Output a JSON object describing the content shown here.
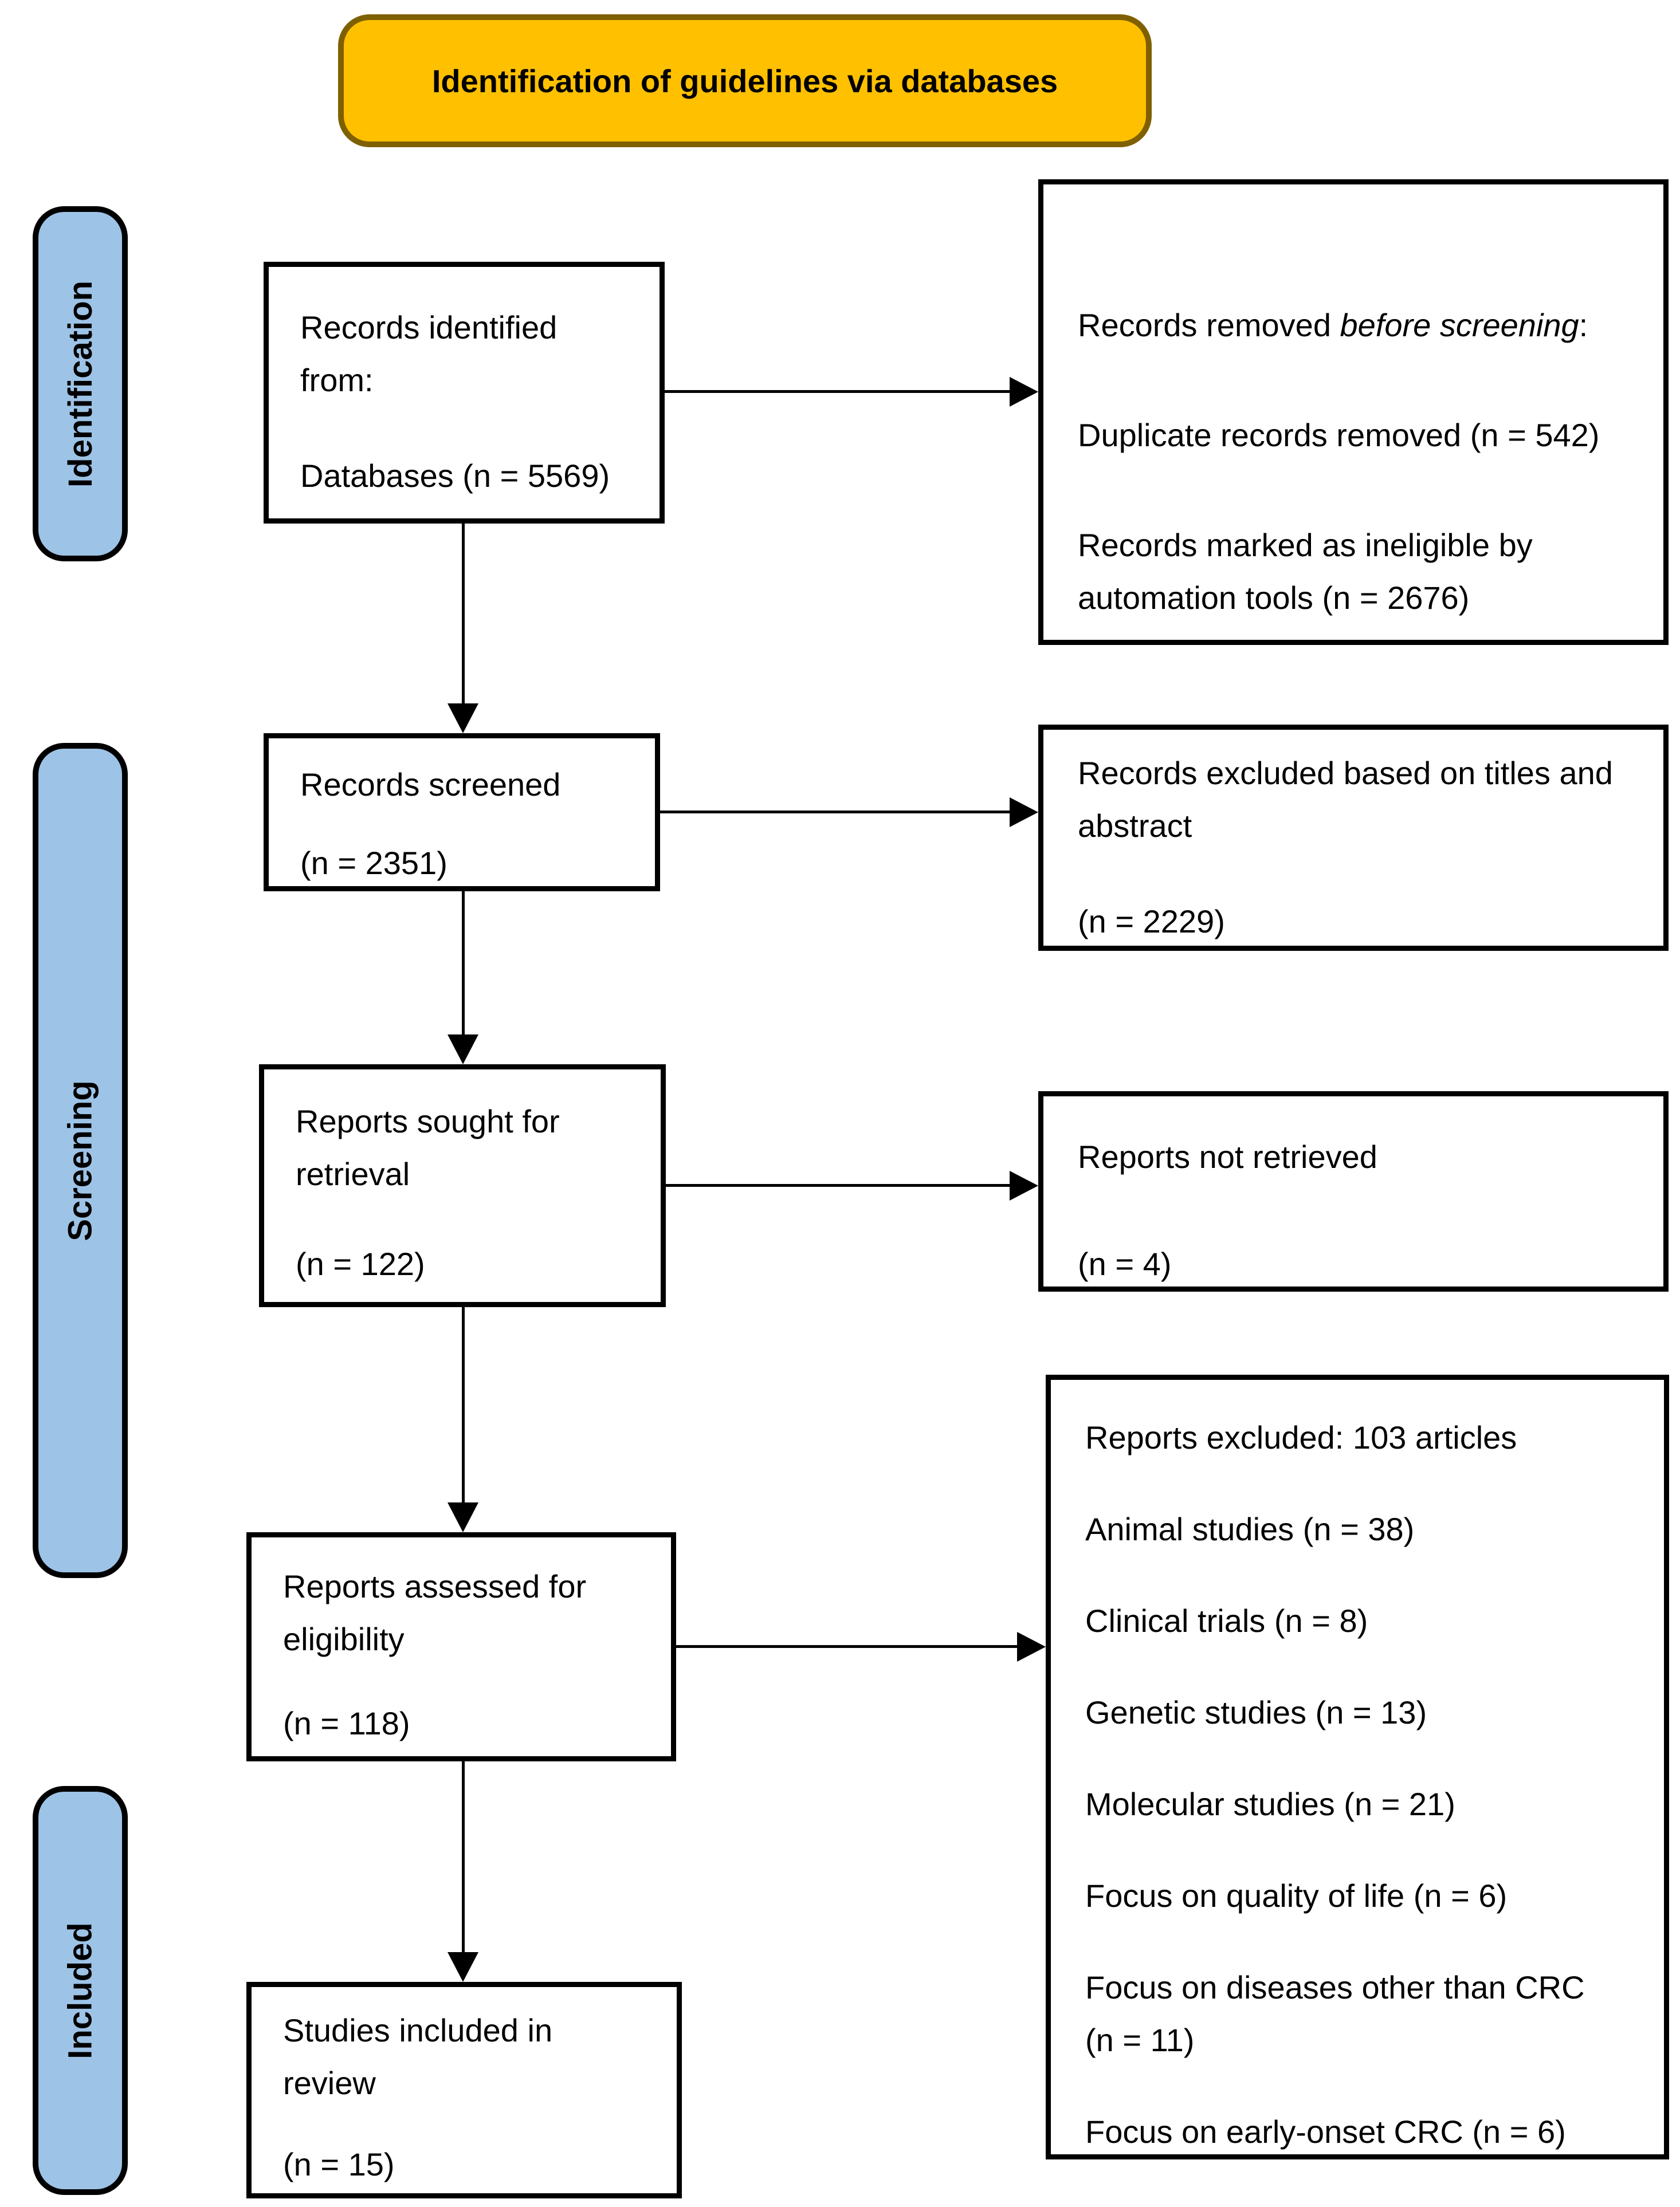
{
  "title": "Identification of guidelines via databases",
  "colors": {
    "title_fill": "#FFC000",
    "title_border": "#7F6000",
    "stage_fill": "#9DC3E6",
    "stage_border": "#000000",
    "box_border": "#000000",
    "line_color": "#000000"
  },
  "stages": {
    "identification": "Identification",
    "screening": "Screening",
    "included": "Included"
  },
  "flow": {
    "records_identified": {
      "p1": "Records identified from:",
      "p2": "Databases (n = 5569)"
    },
    "records_screened": {
      "p1": "Records screened",
      "p2": "(n = 2351)"
    },
    "reports_sought": {
      "p1": "Reports sought for retrieval",
      "p2": "(n = 122)"
    },
    "reports_assessed": {
      "p1": "Reports assessed for eligibility",
      "p2": "(n = 118)"
    },
    "studies_included": {
      "p1": "Studies included in review",
      "p2": "(n = 15)"
    }
  },
  "exclusions": {
    "removed_before_screening": {
      "intro_prefix": "Records removed ",
      "intro_italic": "before screening",
      "intro_suffix": ":",
      "items": [
        "Duplicate records removed (n = 542)",
        "Records marked as ineligible by automation tools (n = 2676)"
      ]
    },
    "records_excluded": {
      "p1": "Records excluded based on titles and abstract",
      "p2": "(n = 2229)"
    },
    "reports_not_retrieved": {
      "p1": "Reports not retrieved",
      "p2": "(n = 4)"
    },
    "reports_excluded": {
      "header": "Reports excluded: 103 articles",
      "items": [
        "Animal studies (n = 38)",
        "Clinical trials (n = 8)",
        "Genetic studies (n = 13)",
        "Molecular studies (n = 21)",
        "Focus on quality of life (n = 6)",
        "Focus on diseases other than CRC (n = 11)",
        "Focus on early-onset CRC (n = 6)"
      ]
    }
  }
}
